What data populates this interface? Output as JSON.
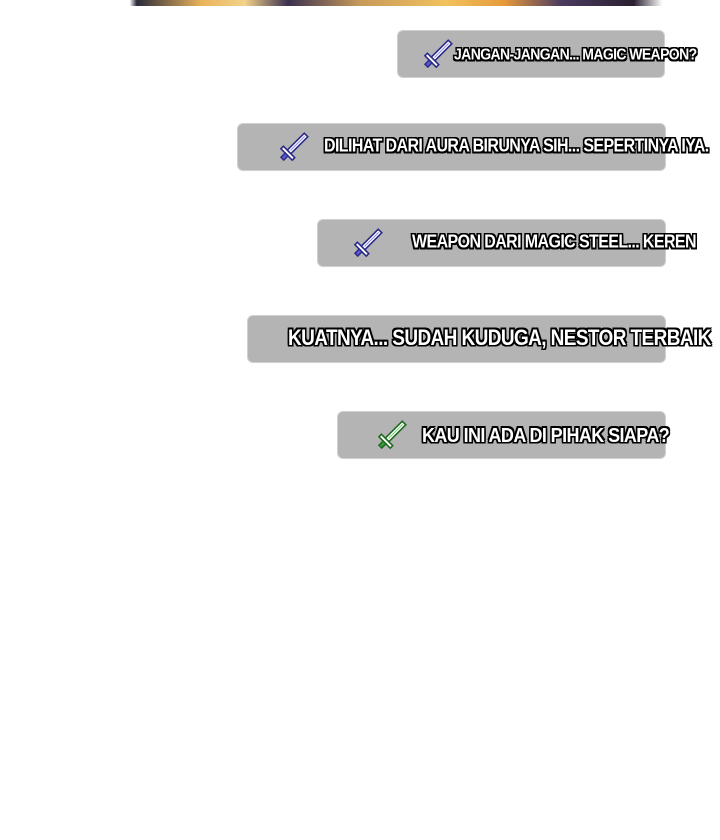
{
  "chat": {
    "messages": [
      {
        "icon": "blue-sword-icon",
        "text": "JANGAN-JANGAN... MAGIC WEAPON?"
      },
      {
        "icon": "blue-sword-icon",
        "text": "DILIHAT DARI AURA BIRUNYA SIH... SEPERTINYA IYA."
      },
      {
        "icon": "blue-sword-icon",
        "text": "WEAPON DARI MAGIC STEEL... KEREN"
      },
      {
        "icon": "",
        "text": "KUATNYA... SUDAH KUDUGA, NESTOR TERBAIK"
      },
      {
        "icon": "green-sword-icon",
        "text": "KAU INI ADA DI PIHAK SIAPA?"
      }
    ]
  },
  "colors": {
    "bubble": "#b4b4b4",
    "text": "#ffffff",
    "text_outline": "#000000",
    "sword_blue": "#3a3aa8",
    "sword_green": "#2e8b2e"
  }
}
